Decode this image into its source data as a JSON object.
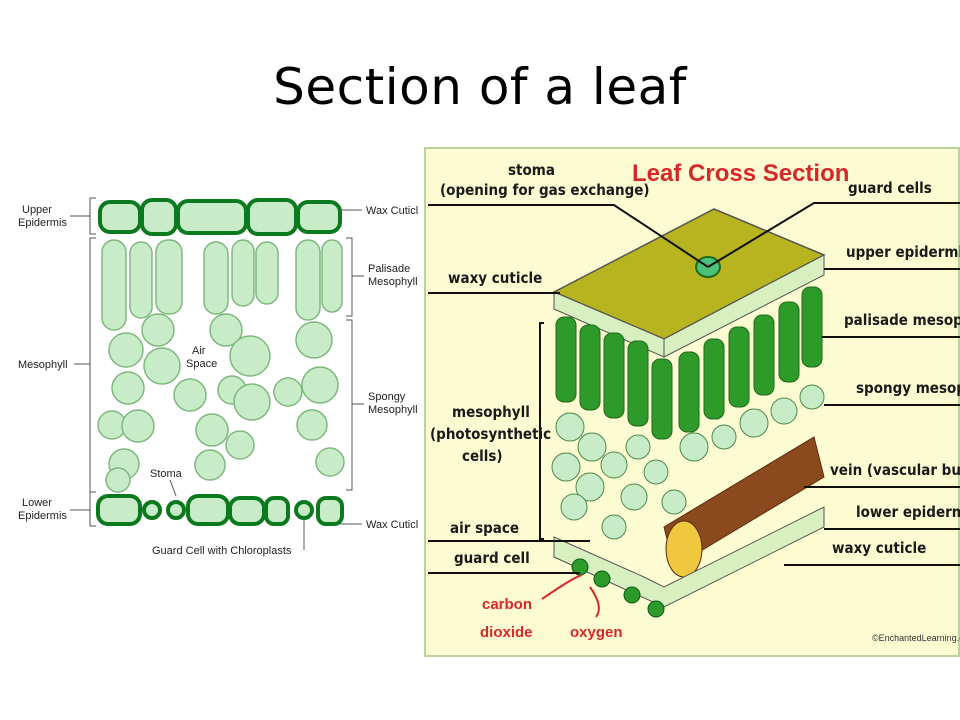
{
  "slide": {
    "title": "Section of a leaf"
  },
  "left_diagram": {
    "labels": {
      "upper_epidermis": [
        "Upper",
        "Epidermis"
      ],
      "mesophyll": "Mesophyll",
      "lower_epidermis": [
        "Lower",
        "Epidermis"
      ],
      "wax_cuticle_top": "Wax Cuticl",
      "palisade": [
        "Palisade",
        "Mesophyll"
      ],
      "air_space": [
        "Air",
        "Space"
      ],
      "spongy": [
        "Spongy",
        "Mesophyll"
      ],
      "stoma": "Stoma",
      "wax_cuticle_bottom": "Wax Cuticl",
      "guard_cell": "Guard Cell with Chloroplasts"
    }
  },
  "right_diagram": {
    "title": "Leaf Cross Section",
    "labels": {
      "stoma": [
        "stoma",
        "(opening for gas exchange)"
      ],
      "waxy_cuticle_top": "waxy cuticle",
      "mesophyll": [
        "mesophyll",
        "(photosynthetic",
        "cells)"
      ],
      "air_space": "air space",
      "guard_cell": "guard cell",
      "carbon_dioxide": [
        "carbon",
        "dioxide"
      ],
      "oxygen": "oxygen",
      "guard_cells": "guard cells",
      "upper_epidermis": "upper epidermis",
      "palisade": "palisade mesophy",
      "spongy": "spongy mesoph",
      "vein": "vein (vascular bund",
      "lower_epidermis": "lower epidermis",
      "waxy_cuticle_bottom": "waxy cuticle",
      "copyright": "©EnchantedLearning.c"
    }
  },
  "colors": {
    "cell_light": "#c8ecc8",
    "cell_dark": "#0b7a1e",
    "palisade": "#2e9a2a",
    "panel_bg": "#fdfbd2",
    "title_red": "#d62828",
    "vein_brown": "#8a4a1e"
  }
}
